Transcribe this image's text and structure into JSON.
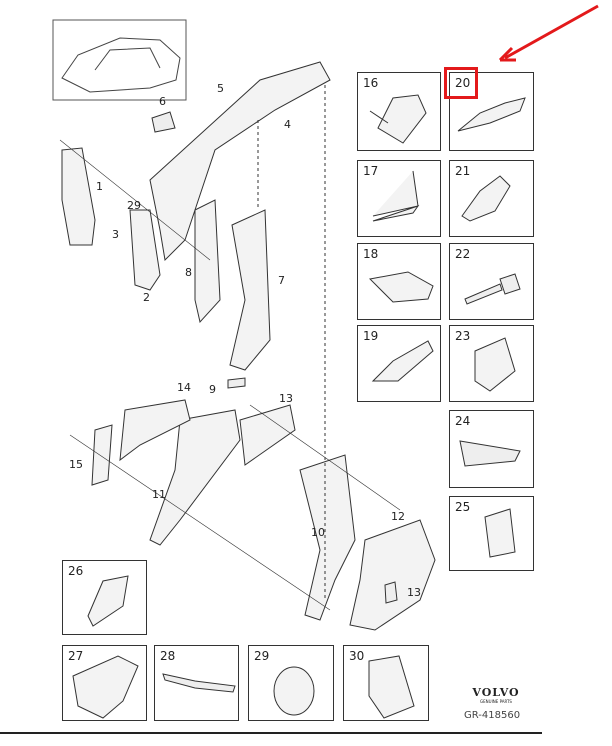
{
  "diagram": {
    "code": "GR-418560",
    "logo_text": "VOLVO",
    "logo_subtext": "GENUINE PARTS",
    "highlight_color": "#e3191b",
    "highlighted_part": "20",
    "callouts": [
      "1",
      "2",
      "3",
      "4",
      "5",
      "6",
      "7",
      "8",
      "9",
      "10",
      "11",
      "12",
      "13",
      "13",
      "14",
      "15",
      "29"
    ],
    "boxes": [
      "16",
      "20",
      "17",
      "21",
      "18",
      "22",
      "19",
      "23",
      "24",
      "25",
      "26",
      "27",
      "28",
      "29",
      "30"
    ]
  }
}
